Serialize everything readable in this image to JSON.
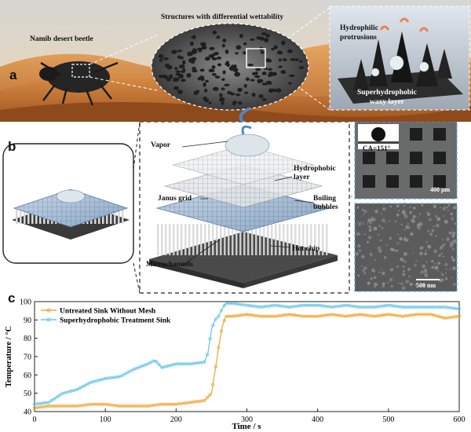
{
  "panel_a": {
    "letter": "a",
    "title": "Structures with differential wettability",
    "beetle_label": "Namib desert beetle",
    "hydrophilic_label": "Hydrophilic\nprotrusions",
    "hydrophobic_label": "Superhydrophobic\nwaxy layer"
  },
  "panel_b": {
    "letter": "b",
    "labels": {
      "vapor": "Vapor",
      "hydrophobic_layer": "Hydrophobic\nlayer",
      "janus_grid": "Janus grid",
      "boiling_bubbles": "Boiling\nbubbles",
      "microchannels": "Microchannels",
      "hot_chip": "Hot chip"
    },
    "contact_angle": "CA=151°",
    "scale_top": "400 μm",
    "scale_bottom": "500 nm"
  },
  "panel_c": {
    "letter": "c"
  },
  "colors": {
    "untreated": "#f2a93b",
    "treated": "#6cc7e6"
  },
  "chart_data": {
    "type": "line",
    "xlabel": "Time / s",
    "ylabel": "Temperature / °C",
    "xlim": [
      0,
      600
    ],
    "ylim": [
      40,
      100
    ],
    "xticks": [
      0,
      100,
      200,
      300,
      400,
      500,
      600
    ],
    "yticks": [
      40,
      50,
      60,
      70,
      80,
      90,
      100
    ],
    "legend_position": "top-left",
    "series": [
      {
        "name": "Untreated Sink Without Mesh",
        "color": "#f2a93b",
        "x": [
          0,
          20,
          40,
          60,
          80,
          100,
          120,
          140,
          160,
          180,
          200,
          220,
          240,
          250,
          255,
          260,
          265,
          270,
          280,
          300,
          320,
          340,
          360,
          380,
          400,
          420,
          440,
          460,
          480,
          500,
          520,
          540,
          560,
          580,
          600
        ],
        "values": [
          42,
          43,
          43,
          43,
          44,
          44,
          43,
          43,
          43,
          44,
          44,
          45,
          46,
          50,
          62,
          75,
          86,
          92,
          92,
          93,
          92,
          92,
          93,
          92,
          92,
          93,
          92,
          93,
          92,
          93,
          92,
          93,
          93,
          91,
          92
        ]
      },
      {
        "name": "Superhydrophobic Treatment Sink",
        "color": "#6cc7e6",
        "x": [
          0,
          20,
          40,
          60,
          80,
          100,
          120,
          140,
          160,
          170,
          180,
          200,
          220,
          240,
          245,
          250,
          255,
          260,
          265,
          270,
          280,
          300,
          320,
          340,
          360,
          380,
          400,
          420,
          440,
          460,
          480,
          500,
          520,
          540,
          560,
          580,
          600
        ],
        "values": [
          44,
          45,
          50,
          52,
          56,
          58,
          59,
          63,
          66,
          68,
          64,
          66,
          66,
          67,
          72,
          85,
          90,
          92,
          96,
          99,
          99,
          98,
          97,
          98,
          97,
          98,
          98,
          97,
          98,
          97,
          97,
          98,
          97,
          97,
          97,
          97,
          96
        ]
      }
    ]
  }
}
